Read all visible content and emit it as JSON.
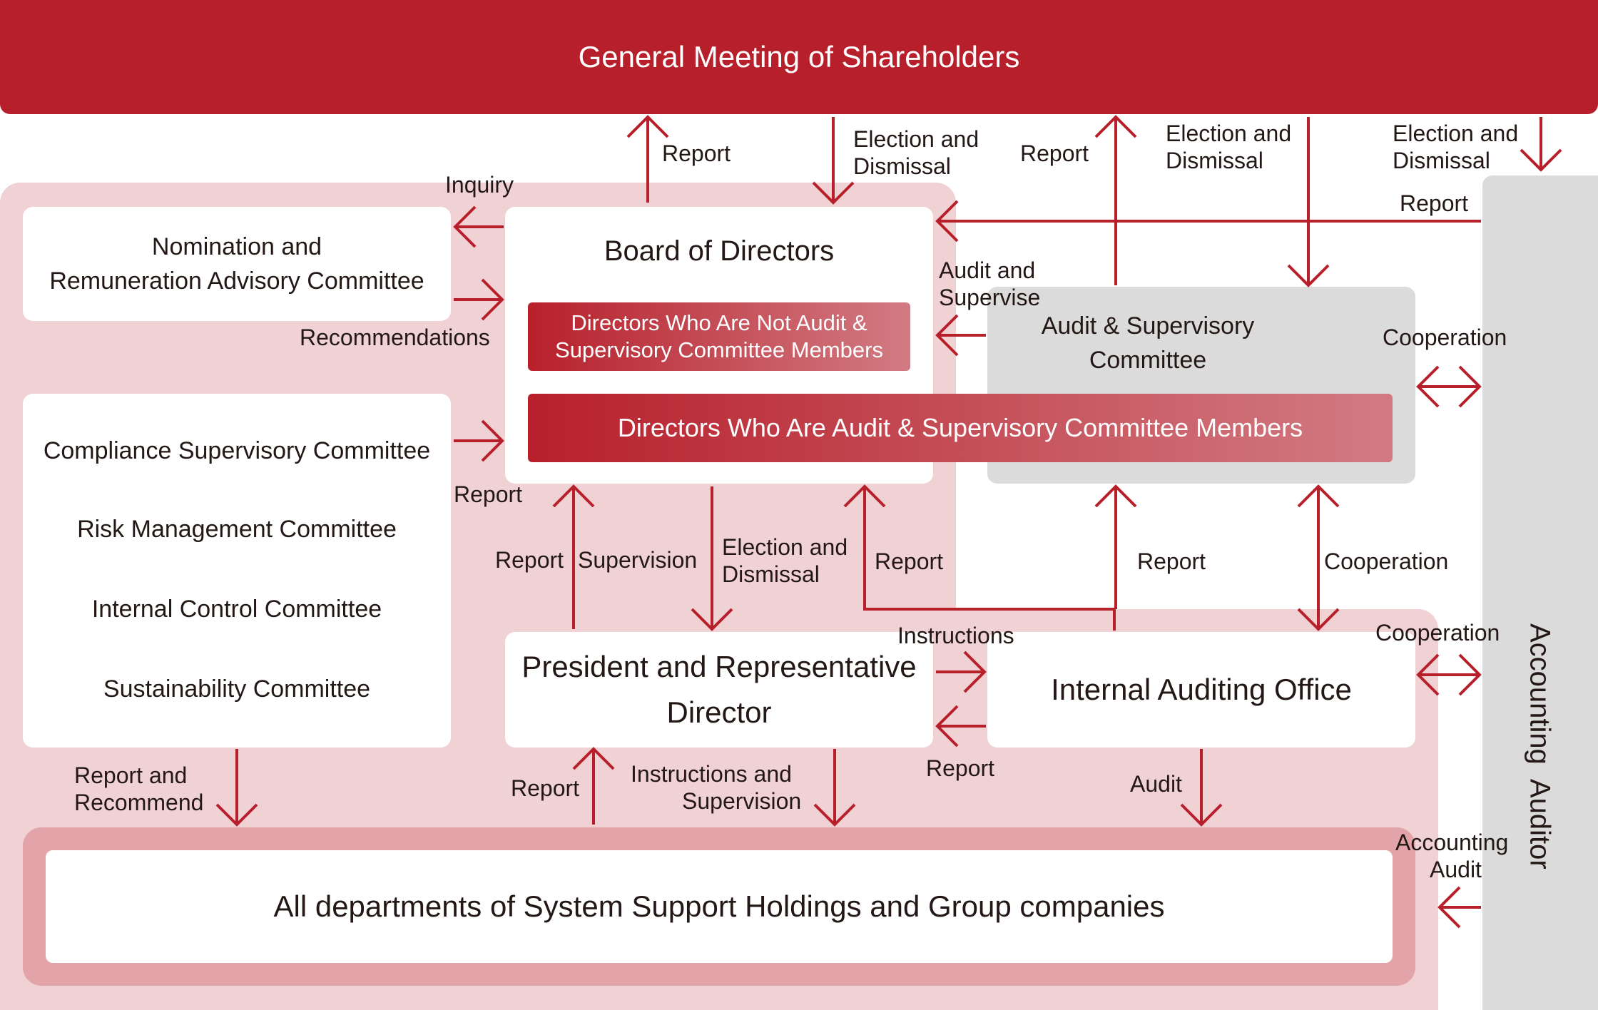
{
  "general_meeting": "General Meeting of Shareholders",
  "board": {
    "title": "Board of Directors",
    "not_audit_members": "Directors Who Are Not Audit & Supervisory Committee Members",
    "audit_members": "Directors Who Are Audit & Supervisory Committee Members"
  },
  "nomination_committee": [
    "Nomination and",
    "Remuneration Advisory Committee"
  ],
  "committees": [
    "Compliance Supervisory Committee",
    "Risk Management Committee",
    "Internal Control Committee",
    "Sustainability Committee"
  ],
  "audit_committee": [
    "Audit & Supervisory",
    "Committee"
  ],
  "president": [
    "President and Representative",
    "Director"
  ],
  "internal_audit": "Internal Auditing Office",
  "all_departments": "All departments of System Support Holdings and Group companies",
  "accounting_auditor": "Accounting  Auditor",
  "labels": {
    "report_to_gm_1": "Report",
    "election_board": [
      "Election and",
      "Dismissal"
    ],
    "report_to_gm_2": "Report",
    "election_audit": [
      "Election and",
      "Dismissal"
    ],
    "election_auditor": [
      "Election and",
      "Dismissal"
    ],
    "inquiry": "Inquiry",
    "auditor_report": "Report",
    "audit_supervise": [
      "Audit and",
      "Supervise"
    ],
    "recommendations": "Recommendations",
    "cooperation_1": "Cooperation",
    "committees_report": "Report",
    "report_president": "Report",
    "supervision": "Supervision",
    "election_president": [
      "Election and",
      "Dismissal"
    ],
    "report_iao_board": "Report",
    "report_iao_audit": "Report",
    "cooperation_2": "Cooperation",
    "instructions": "Instructions",
    "cooperation_3": "Cooperation",
    "report_iao_president": "Report",
    "report_recommend": [
      "Report and",
      "Recommend"
    ],
    "report_depts": "Report",
    "instructions_supervision": [
      "Instructions and",
      "Supervision"
    ],
    "audit": "Audit",
    "accounting_audit": [
      "Accounting",
      "Audit"
    ]
  }
}
